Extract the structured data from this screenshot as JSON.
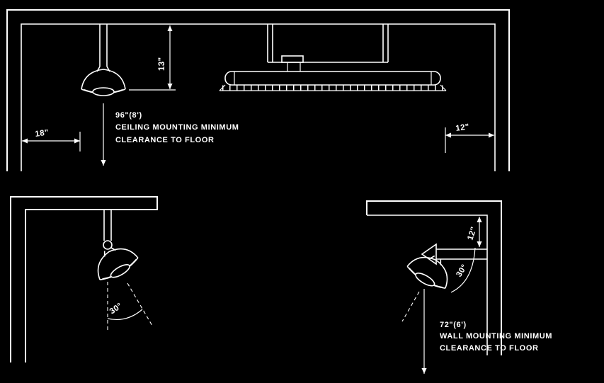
{
  "colors": {
    "background": "#000000",
    "line": "#ffffff"
  },
  "top_diagram": {
    "left_clearance_label": "18\"",
    "recess_depth_label": "13\"",
    "right_clearance_label": "12\"",
    "note": {
      "line1": "96\"(8')",
      "line2": "CEILING MOUNTING MINIMUM",
      "line3": "CLEARANCE TO FLOOR"
    }
  },
  "bottom_left_diagram": {
    "tilt_angle_label": "30°"
  },
  "bottom_right_diagram": {
    "offset_label": "12\"",
    "tilt_angle_label": "30°",
    "note": {
      "line1": "72\"(6')",
      "line2": "WALL MOUNTING MINIMUM",
      "line3": "CLEARANCE TO FLOOR"
    }
  }
}
